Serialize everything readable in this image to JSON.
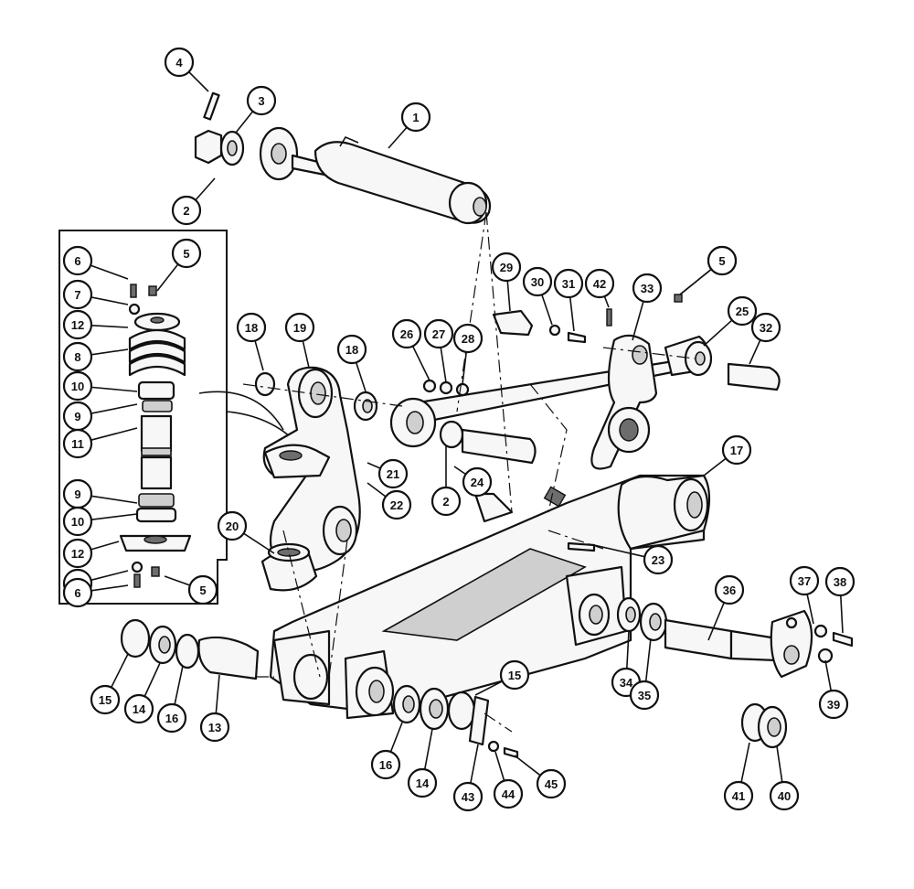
{
  "diagram": {
    "callouts": [
      {
        "label": "1"
      },
      {
        "label": "2"
      },
      {
        "label": "3"
      },
      {
        "label": "4"
      },
      {
        "label": "5"
      },
      {
        "label": "6"
      },
      {
        "label": "5"
      },
      {
        "label": "7"
      },
      {
        "label": "12"
      },
      {
        "label": "8"
      },
      {
        "label": "10"
      },
      {
        "label": "9"
      },
      {
        "label": "11"
      },
      {
        "label": "9"
      },
      {
        "label": "10"
      },
      {
        "label": "12"
      },
      {
        "label": "7"
      },
      {
        "label": "6"
      },
      {
        "label": "5"
      },
      {
        "label": "18"
      },
      {
        "label": "19"
      },
      {
        "label": "18"
      },
      {
        "label": "26"
      },
      {
        "label": "27"
      },
      {
        "label": "28"
      },
      {
        "label": "29"
      },
      {
        "label": "30"
      },
      {
        "label": "31"
      },
      {
        "label": "42"
      },
      {
        "label": "33"
      },
      {
        "label": "5"
      },
      {
        "label": "25"
      },
      {
        "label": "32"
      },
      {
        "label": "21"
      },
      {
        "label": "22"
      },
      {
        "label": "24"
      },
      {
        "label": "2"
      },
      {
        "label": "17"
      },
      {
        "label": "20"
      },
      {
        "label": "23"
      },
      {
        "label": "36"
      },
      {
        "label": "37"
      },
      {
        "label": "38"
      },
      {
        "label": "39"
      },
      {
        "label": "34"
      },
      {
        "label": "35"
      },
      {
        "label": "15"
      },
      {
        "label": "14"
      },
      {
        "label": "16"
      },
      {
        "label": "13"
      },
      {
        "label": "15"
      },
      {
        "label": "16"
      },
      {
        "label": "14"
      },
      {
        "label": "43"
      },
      {
        "label": "44"
      },
      {
        "label": "45"
      },
      {
        "label": "41"
      },
      {
        "label": "40"
      }
    ]
  }
}
